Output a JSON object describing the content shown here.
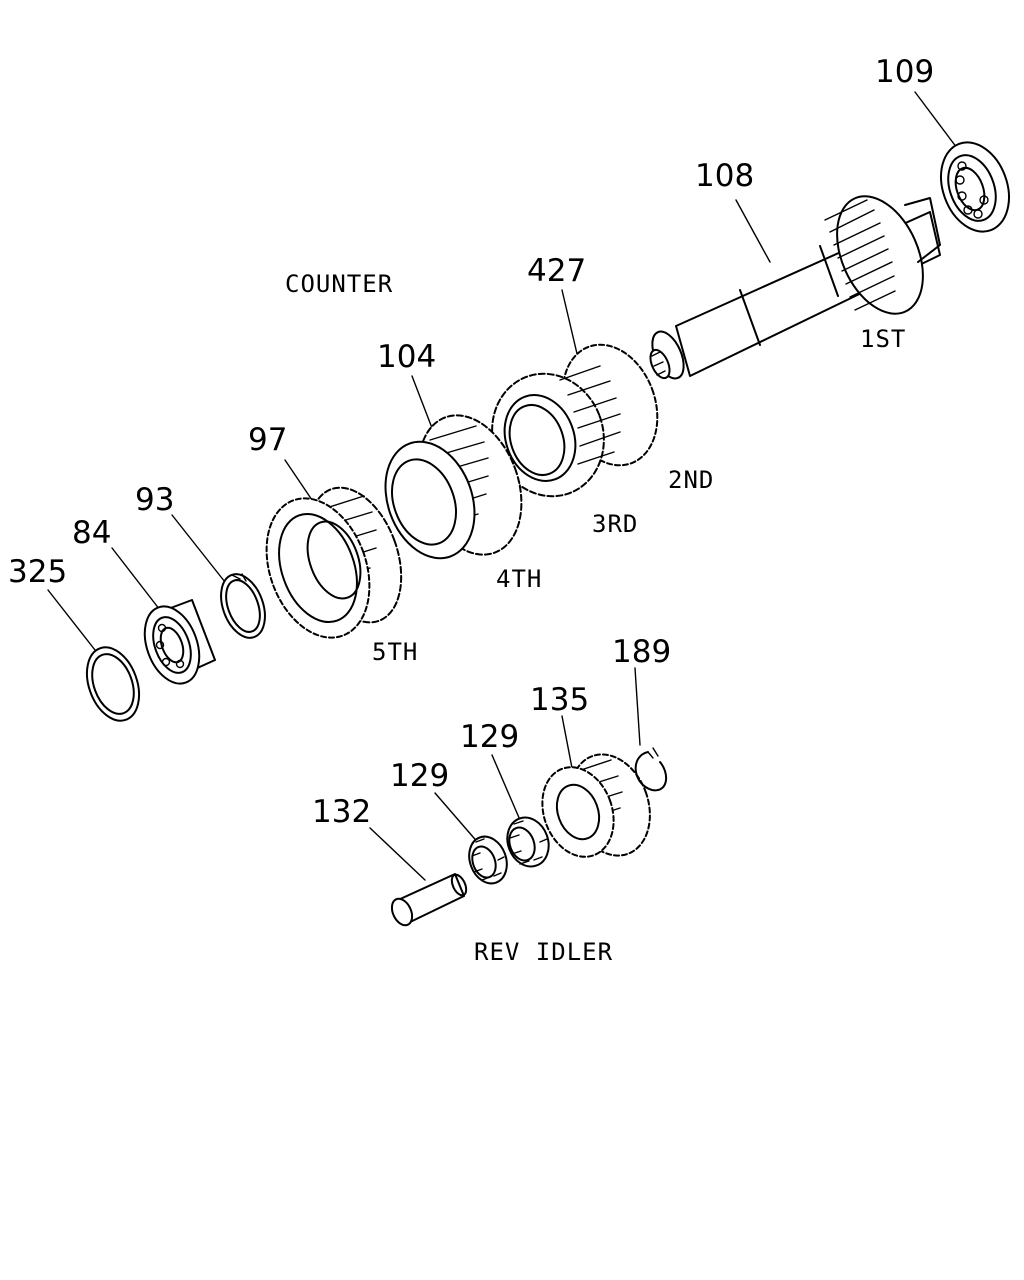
{
  "labels": {
    "counter": "COUNTER",
    "rev_idler": "REV IDLER",
    "gear_1st": "1ST",
    "gear_2nd": "2ND",
    "gear_3rd": "3RD",
    "gear_4th": "4TH",
    "gear_5th": "5TH"
  },
  "callouts": {
    "p109": "109",
    "p108": "108",
    "p427": "427",
    "p104": "104",
    "p97": "97",
    "p93": "93",
    "p84": "84",
    "p325": "325",
    "p189": "189",
    "p135": "135",
    "p129a": "129",
    "p129b": "129",
    "p132": "132"
  }
}
